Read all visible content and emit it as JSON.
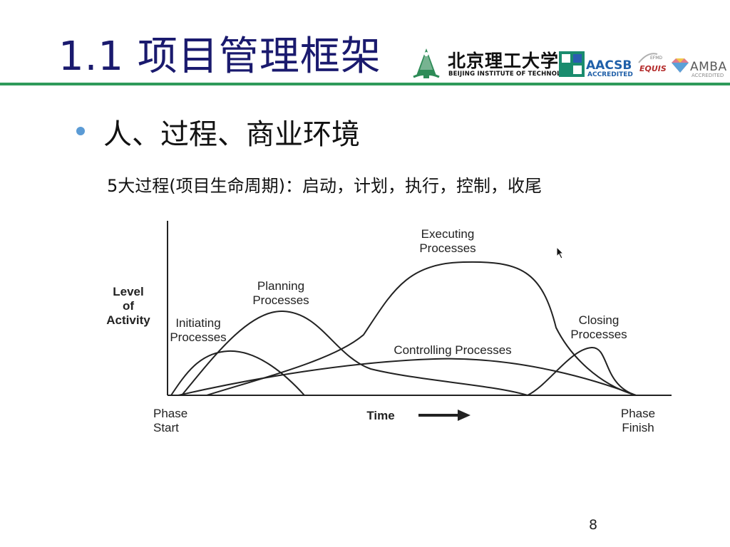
{
  "slide": {
    "title": "1.1 项目管理框架",
    "bullet": "人、过程、商业环境",
    "subtext": "5大过程(项目生命周期)：启动，计划，执行，控制，收尾",
    "page_number": "8"
  },
  "logos": {
    "university_cn": "北京理工大学",
    "university_en": "BEIJING INSTITUTE OF TECHNOLOGY",
    "aacsb": "AACSB",
    "aacsb_sub": "ACCREDITED",
    "efmd": "EFMD",
    "equis": "EQUIS",
    "amba": "AMBA",
    "amba_sub": "ACCREDITED"
  },
  "chart_data": {
    "type": "line",
    "ylabel": "Level\nof\nActivity",
    "xlabel": "Time",
    "x_start_label": "Phase\nStart",
    "x_end_label": "Phase\nFinish",
    "series": [
      {
        "name": "Initiating\nProcesses"
      },
      {
        "name": "Planning\nProcesses"
      },
      {
        "name": "Executing\nProcesses"
      },
      {
        "name": "Controlling Processes"
      },
      {
        "name": "Closing\nProcesses"
      }
    ],
    "grid": false
  },
  "colors": {
    "title": "#1a1a6e",
    "rule": "#2e9a5a",
    "bullet": "#5b9bd5",
    "curve": "#222222"
  }
}
